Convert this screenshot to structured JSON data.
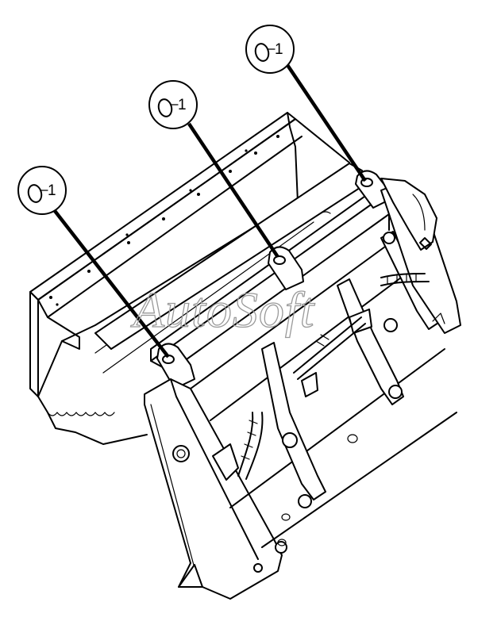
{
  "diagram": {
    "callouts": [
      {
        "number": "1"
      },
      {
        "number": "1"
      },
      {
        "number": "1"
      }
    ],
    "watermark": "AutoSoft"
  }
}
